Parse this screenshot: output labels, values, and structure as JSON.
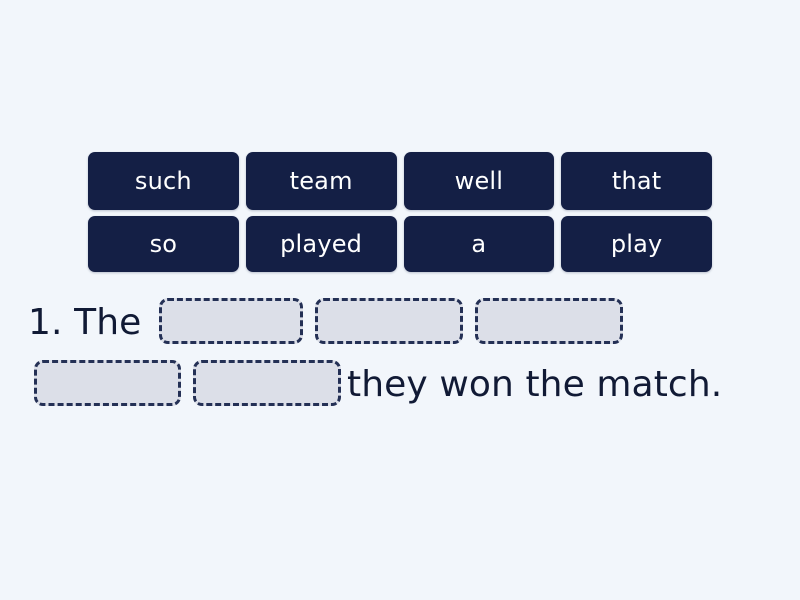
{
  "page": {
    "background_color": "#f2f6fb",
    "text_color": "#111a35",
    "tile_color": "#141f45",
    "tile_text_color": "#ffffff",
    "blank_fill_color": "#dcdfe8",
    "blank_border_color": "#243055"
  },
  "word_bank": {
    "rows": [
      {
        "tiles": [
          {
            "label": "such"
          },
          {
            "label": "team"
          },
          {
            "label": "well"
          },
          {
            "label": "that"
          }
        ]
      },
      {
        "tiles": [
          {
            "label": "so"
          },
          {
            "label": "played"
          },
          {
            "label": "a"
          },
          {
            "label": "play"
          }
        ]
      }
    ]
  },
  "question": {
    "number_label": "1.",
    "lead_text": "The ",
    "tail_text": "they won the match.",
    "blanks": [
      {
        "value": "",
        "placeholder": ""
      },
      {
        "value": "",
        "placeholder": ""
      },
      {
        "value": "",
        "placeholder": ""
      },
      {
        "value": "",
        "placeholder": ""
      },
      {
        "value": "",
        "placeholder": ""
      }
    ]
  }
}
